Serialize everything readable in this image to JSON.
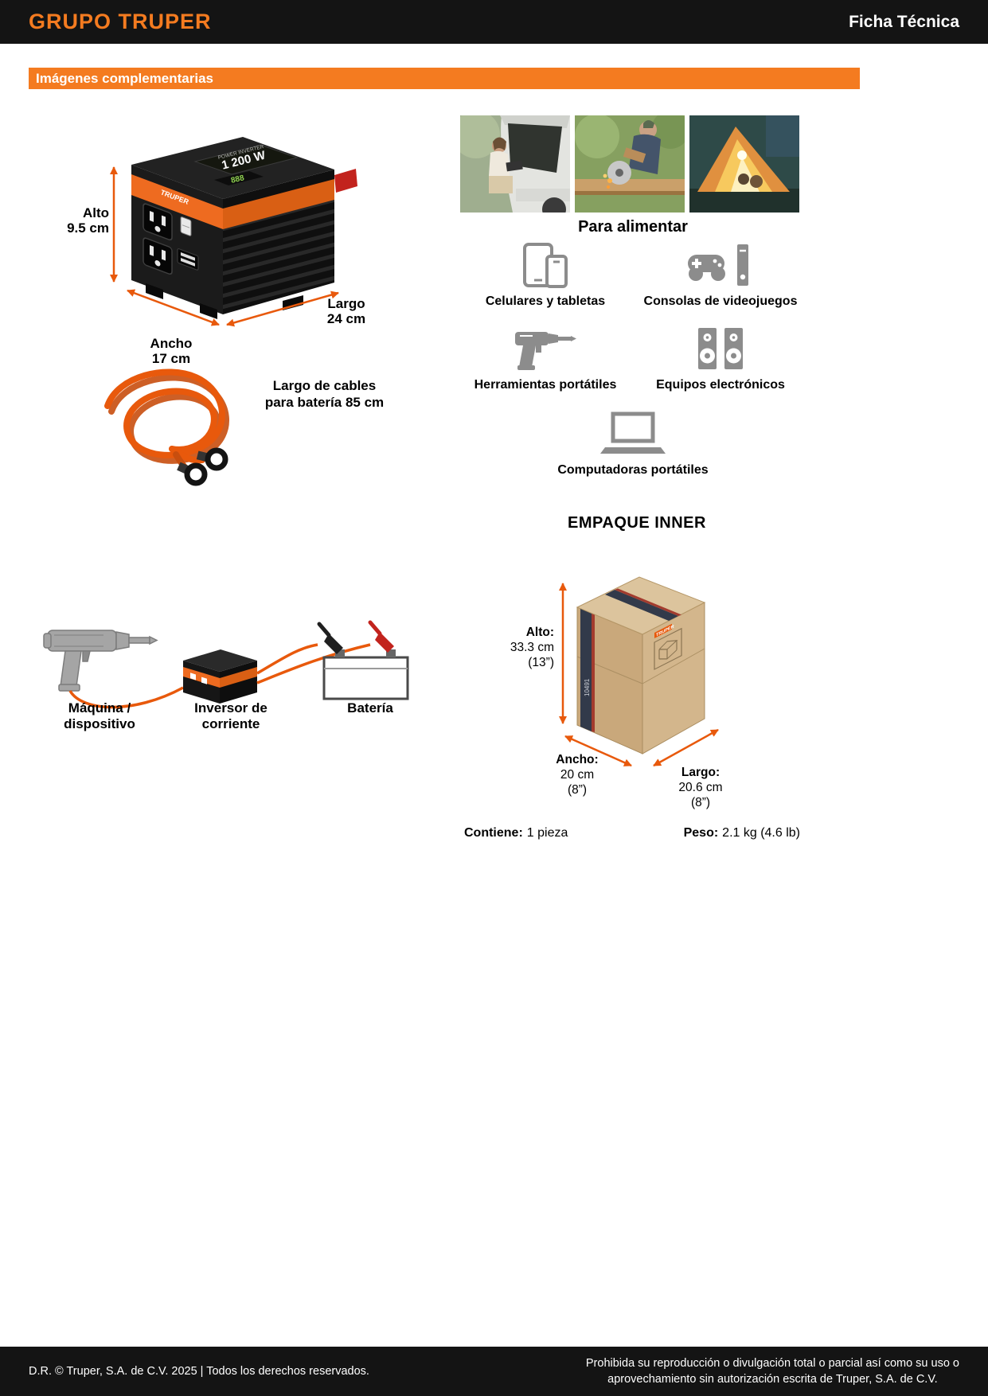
{
  "colors": {
    "accent_orange": "#f47b20",
    "deep_orange": "#e8590c",
    "header_black": "#141414",
    "icon_gray": "#8c8c8c",
    "cardboard_tan": "#c9a87b"
  },
  "header": {
    "brand": "GRUPO TRUPER",
    "title": "Ficha Técnica"
  },
  "section_banner": "Imágenes complementarias",
  "product": {
    "brand": "TRUPER",
    "display_small": "POWER INVERTER",
    "display_text": "1 200 W",
    "segment_display": "888",
    "dims": {
      "alto": {
        "label": "Alto",
        "value": "9.5 cm"
      },
      "ancho": {
        "label": "Ancho",
        "value": "17 cm"
      },
      "largo": {
        "label": "Largo",
        "value": "24 cm"
      }
    },
    "cable_note": {
      "line1": "Largo de cables",
      "line2": "para batería 85 cm"
    }
  },
  "para_alimentar": {
    "title": "Para alimentar",
    "items": [
      {
        "label": "Celulares y tabletas",
        "icon": "phone-tablet-icon"
      },
      {
        "label": "Consolas de videojuegos",
        "icon": "game-console-icon"
      },
      {
        "label": "Herramientas portátiles",
        "icon": "power-drill-icon"
      },
      {
        "label": "Equipos electrónicos",
        "icon": "speakers-icon"
      },
      {
        "label": "Computadoras portátiles",
        "icon": "laptop-icon"
      }
    ]
  },
  "diagram": {
    "machine_label_line1": "Máquina /",
    "machine_label_line2": "dispositivo",
    "inverter_label_line1": "Inversor de",
    "inverter_label_line2": "corriente",
    "battery_label": "Batería"
  },
  "empaque": {
    "title": "EMPAQUE INNER",
    "box_code": "10491",
    "alto": {
      "label": "Alto:",
      "value": "33.3 cm",
      "inches": "(13”)"
    },
    "ancho": {
      "label": "Ancho:",
      "value": "20 cm",
      "inches": "(8”)"
    },
    "largo": {
      "label": "Largo:",
      "value": "20.6 cm",
      "inches": "(8”)"
    },
    "contiene": {
      "label": "Contiene:",
      "value": "1 pieza"
    },
    "peso": {
      "label": "Peso:",
      "value": "2.1 kg (4.6 lb)"
    }
  },
  "footer": {
    "left": "D.R. © Truper, S.A. de C.V. 2025 | Todos los derechos reservados.",
    "right_line1": "Prohibida su reproducción o divulgación total o parcial así como su uso o",
    "right_line2": "aprovechamiento sin autorización escrita de Truper, S.A. de C.V."
  }
}
